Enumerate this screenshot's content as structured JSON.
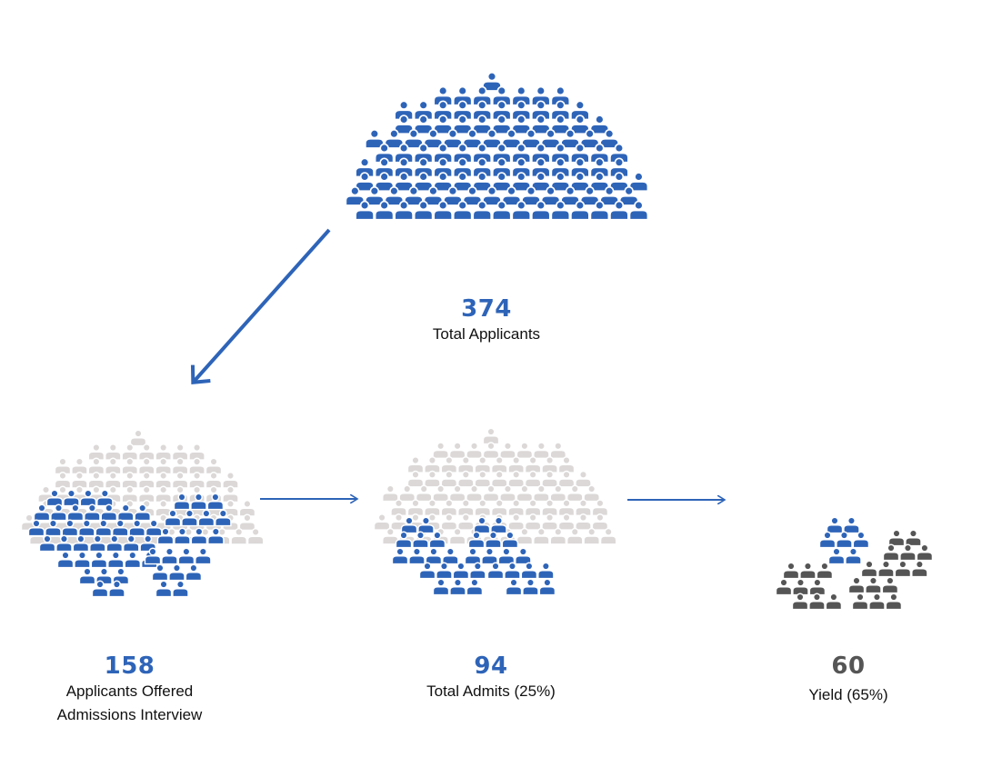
{
  "colors": {
    "blue": "#2e64b8",
    "grey": "#dcd8d8",
    "dark": "#555555",
    "arrow": "#2e64b8"
  },
  "stages": [
    {
      "id": "total-applicants",
      "value": "374",
      "label": "Total Applicants",
      "label_line2": "",
      "value_color": "#2e64b8"
    },
    {
      "id": "interview-offered",
      "value": "158",
      "label": "Applicants Offered",
      "label_line2": "Admissions Interview",
      "value_color": "#2e64b8"
    },
    {
      "id": "total-admits",
      "value": "94",
      "label": "Total Admits (25%)",
      "label_line2": "",
      "value_color": "#2e64b8"
    },
    {
      "id": "yield",
      "value": "60",
      "label": "Yield (65%)",
      "label_line2": "",
      "value_color": "#555555"
    }
  ],
  "icons": {
    "person": "person-icon",
    "arrow": "arrow-icon"
  }
}
